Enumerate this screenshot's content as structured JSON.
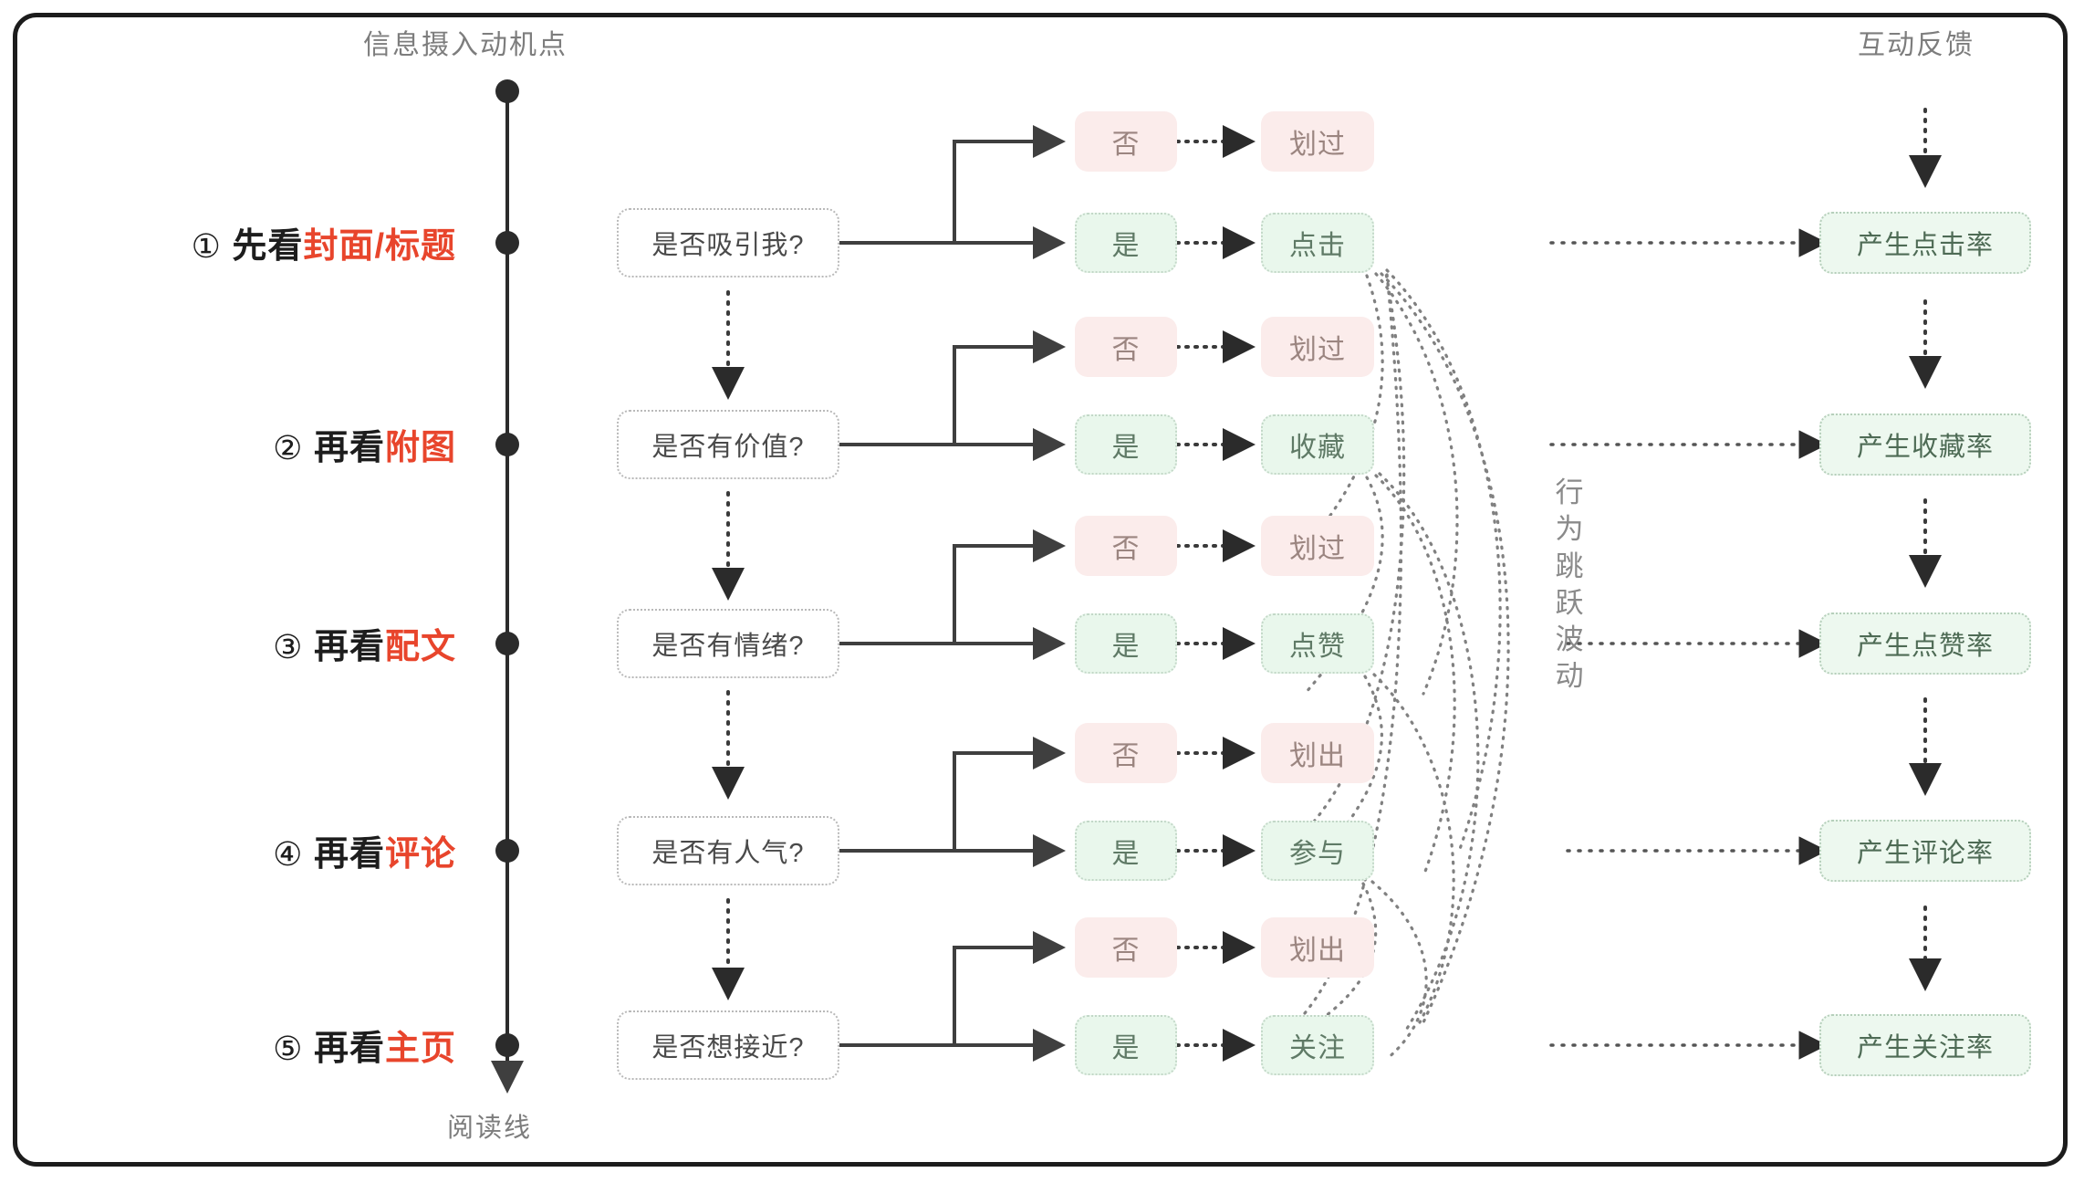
{
  "frame": {
    "border_color": "#1c1c1c"
  },
  "palette": {
    "highlight_red": "#e8452c",
    "chip_neg_bg": "#fbeceb",
    "chip_pos_bg": "#e9f7ec",
    "outcome_bg": "#edf8ef",
    "muted_text": "#7d7d7d",
    "line": "#4a4a4a"
  },
  "headers": {
    "timeline": "信息摄入动机点",
    "feedback": "互动反馈"
  },
  "axis": {
    "caption": "阅读线"
  },
  "annotation": {
    "vertical_label": "行为跳跃波动",
    "chars": [
      "行",
      "为",
      "跳",
      "跃",
      "波",
      "动"
    ]
  },
  "rows": [
    {
      "index": "①",
      "prefix": "先看",
      "highlight": "封面/标题",
      "question": "是否吸引我?",
      "no_label": "否",
      "yes_label": "是",
      "no_action": "划过",
      "yes_action": "点击",
      "outcome": "产生点击率"
    },
    {
      "index": "②",
      "prefix": "再看",
      "highlight": "附图",
      "question": "是否有价值?",
      "no_label": "否",
      "yes_label": "是",
      "no_action": "划过",
      "yes_action": "收藏",
      "outcome": "产生收藏率"
    },
    {
      "index": "③",
      "prefix": "再看",
      "highlight": "配文",
      "question": "是否有情绪?",
      "no_label": "否",
      "yes_label": "是",
      "no_action": "划过",
      "yes_action": "点赞",
      "outcome": "产生点赞率"
    },
    {
      "index": "④",
      "prefix": "再看",
      "highlight": "评论",
      "question": "是否有人气?",
      "no_label": "否",
      "yes_label": "是",
      "no_action": "划出",
      "yes_action": "参与",
      "outcome": "产生评论率"
    },
    {
      "index": "⑤",
      "prefix": "再看",
      "highlight": "主页",
      "question": "是否想接近?",
      "no_label": "否",
      "yes_label": "是",
      "no_action": "划出",
      "yes_action": "关注",
      "outcome": "产生关注率"
    }
  ]
}
